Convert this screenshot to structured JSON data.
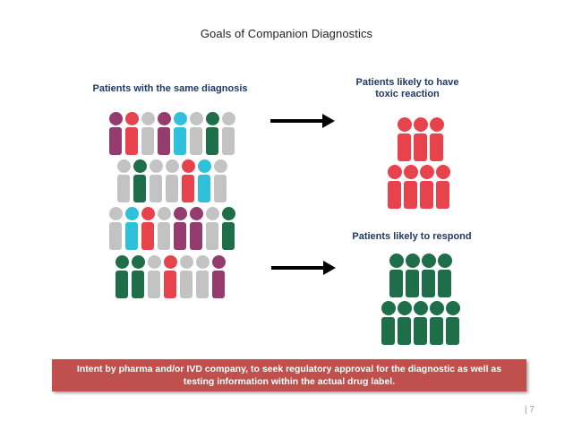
{
  "slide": {
    "title": "Goals of Companion Diagnostics",
    "page_number": "| 7"
  },
  "groups": {
    "same_diagnosis": {
      "heading": "Patients with the same diagnosis"
    },
    "toxic": {
      "heading_line1": "Patients likely to have",
      "heading_line2": "toxic reaction"
    },
    "respond": {
      "heading": "Patients likely to respond"
    }
  },
  "banner": {
    "line1": "Intent by pharma and/or IVD company, to seek regulatory approval for the diagnostic as well as",
    "line2": "testing information within the actual drug label."
  },
  "colors": {
    "purple": "#953c6e",
    "red": "#e8434d",
    "gray": "#c3c3c3",
    "cyan": "#2fc1dc",
    "green": "#1e6e4a"
  },
  "figure_colors": {
    "row1": [
      "purple",
      "red",
      "gray",
      "purple",
      "cyan",
      "gray",
      "green",
      "gray"
    ],
    "row2": [
      "gray",
      "green",
      "gray",
      "gray",
      "red",
      "cyan",
      "gray"
    ],
    "row3": [
      "gray",
      "cyan",
      "red",
      "gray",
      "purple",
      "purple",
      "gray",
      "green"
    ],
    "row4": [
      "green",
      "green",
      "gray",
      "red",
      "gray",
      "gray",
      "purple"
    ]
  }
}
